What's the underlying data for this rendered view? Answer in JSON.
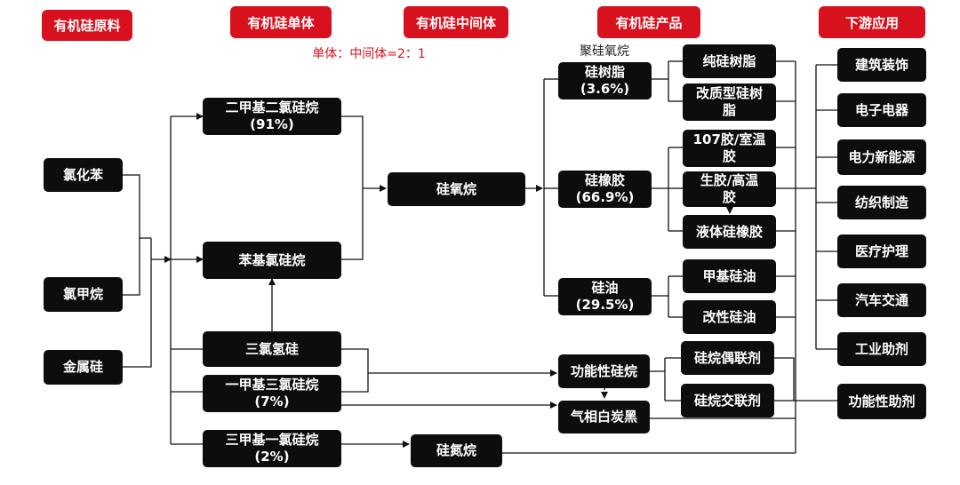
{
  "headers": {
    "raw": "有机硅原料",
    "monomer": "有机硅单体",
    "intermediate": "有机硅中间体",
    "product": "有机硅产品",
    "downstream": "下游应用"
  },
  "ratio_note": "单体：中间体=2：1",
  "siloxane_note": "聚硅氧烷",
  "raw": {
    "chlorobenzene": "氯化苯",
    "chloromethane": "氯甲烷",
    "silicon": "金属硅"
  },
  "monomer": {
    "dmdcs_name": "二甲基二氯硅烷",
    "dmdcs_share": "(91%)",
    "phenyl": "苯基氯硅烷",
    "trichlorosilane": "三氯氢硅",
    "mtcs_name": "一甲基三氯硅烷",
    "mtcs_share": "(7%)",
    "tmcs_name": "三甲基一氯硅烷",
    "tmcs_share": "(2%)"
  },
  "intermediate": {
    "siloxane": "硅氧烷",
    "silazane": "硅氮烷"
  },
  "product": {
    "resin_name": "硅树脂",
    "resin_share": "(3.6%)",
    "rubber_name": "硅橡胶",
    "rubber_share": "(66.9%)",
    "oil_name": "硅油",
    "oil_share": "(29.5%)",
    "functional_silane": "功能性硅烷",
    "fumed_silica": "气相白炭黑"
  },
  "sub": {
    "pure_resin": "纯硅树脂",
    "mod_resin_l1": "改质型硅树",
    "mod_resin_l2": "脂",
    "glue107_l1": "107胶/室温",
    "glue107_l2": "胶",
    "raw_rubber_l1": "生胶/高温",
    "raw_rubber_l2": "胶",
    "liquid_rubber": "液体硅橡胶",
    "methyl_oil": "甲基硅油",
    "mod_oil": "改性硅油",
    "coupling": "硅烷偶联剂",
    "crosslink": "硅烷交联剂"
  },
  "downstream": {
    "building": "建筑装饰",
    "electronics": "电子电器",
    "energy": "电力新能源",
    "textile": "纺织制造",
    "medical": "医疗护理",
    "auto": "汽车交通",
    "industrial": "工业助剂",
    "functional_aid": "功能性助剂"
  },
  "colors": {
    "header_red": "#d7111d",
    "box_black": "#0d0d0d",
    "line": "#111111"
  }
}
